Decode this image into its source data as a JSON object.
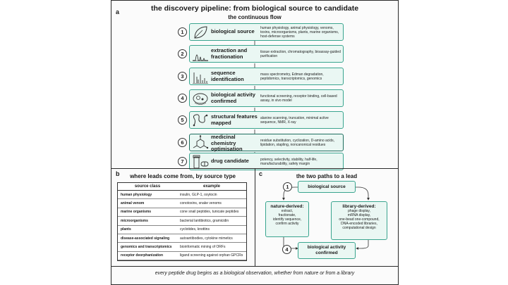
{
  "title": "the discovery pipeline: from biological source to candidate",
  "panel_a": {
    "letter": "a",
    "title": "the continuous flow",
    "steps": [
      {
        "num": "1",
        "label": "biological source",
        "icon": "leaf-icon",
        "desc": "human physiology, animal physiology, venoms, toxins, microorganisms, plants, marine organisms, host-defense systems"
      },
      {
        "num": "2",
        "label": "extraction and fractionation",
        "icon": "chromatogram-icon",
        "desc": "tissue extraction, chromatography, bioassay-guided purification"
      },
      {
        "num": "3",
        "label": "sequence identification",
        "icon": "mass-spectrum-icon",
        "desc": "mass spectrometry, Edman degradation, peptidomics, transcriptomics, genomics"
      },
      {
        "num": "4",
        "label": "biological activity confirmed",
        "icon": "cell-assay-icon",
        "desc": "functional screening, receptor binding, cell-based assay, in vivo model"
      },
      {
        "num": "5",
        "label": "structural features mapped",
        "icon": "peptide-chain-icon",
        "desc": "alanine scanning, truncation, minimal active sequence, NMR, X-ray"
      },
      {
        "num": "6",
        "label": "medicinal chemistry optimisation",
        "icon": "molecule-icon",
        "desc": "residue substitution, cyclization, D-amino acids, lipidation, stapling, noncanonical residues"
      },
      {
        "num": "7",
        "label": "drug candidate",
        "icon": "vial-pill-icon",
        "desc": "potency, selectivity, stability, half-life, manufacturability, safety margin"
      }
    ]
  },
  "panel_b": {
    "letter": "b",
    "title": "where leads come from, by source type",
    "headers": [
      "source class",
      "example"
    ],
    "rows": [
      [
        "human physiology",
        "insulin, GLP-1, oxytocin"
      ],
      [
        "animal venom",
        "conotoxins, snake venoms"
      ],
      [
        "marine organisms",
        "cone snail peptides, tunicate peptides"
      ],
      [
        "microorganisms",
        "bacterial lantibiotics, gramicidin"
      ],
      [
        "plants",
        "cyclotides, knottins"
      ],
      [
        "disease-associated signaling",
        "autoantibodies, cytokine mimetics"
      ],
      [
        "genomics and transcriptomics",
        "bioinformatic mining of ORFs"
      ],
      [
        "receptor deorphanization",
        "ligand screening against orphan GPCRs"
      ]
    ]
  },
  "panel_c": {
    "letter": "c",
    "title": "the two paths to a lead",
    "top": {
      "num": "1",
      "label": "biological source"
    },
    "left": {
      "head": "nature-derived:",
      "lines": [
        "extract,",
        "fractionate,",
        "identify sequence,",
        "confirm activity"
      ]
    },
    "right": {
      "head": "library-derived:",
      "lines": [
        "phage display,",
        "mRNA display,",
        "one-bead one-compound,",
        "DNA-encoded libraries,",
        "computational design"
      ]
    },
    "bottom": {
      "num": "4",
      "label": "biological activity confirmed"
    }
  },
  "footer": "every peptide drug begins as a biological observation, whether from nature or from a library",
  "colors": {
    "accent_fill": "#eaf7f3",
    "accent_border": "#3aa58f",
    "line": "#2a2a2a"
  }
}
